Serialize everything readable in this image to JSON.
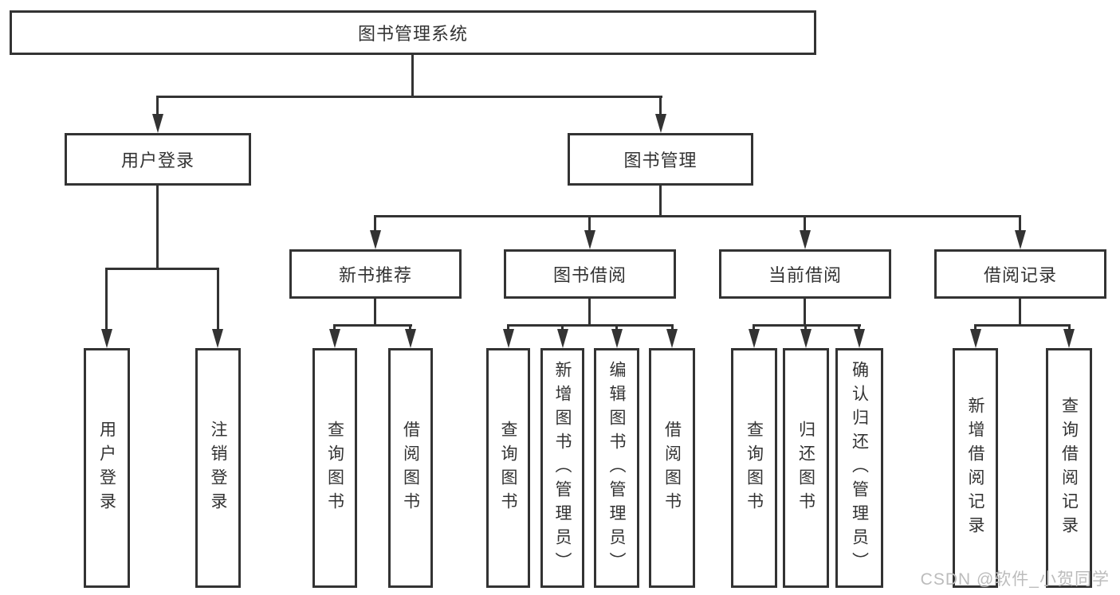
{
  "colors": {
    "line": "#333333",
    "text": "#333333",
    "background": "#ffffff",
    "watermark": "#bcbcbc"
  },
  "watermark": {
    "text": "CSDN @软件_小贺同学"
  },
  "diagram": {
    "type": "tree",
    "root": {
      "label": "图书管理系统"
    },
    "branches": [
      {
        "label": "用户登录",
        "children": [
          {
            "label": "用户登录"
          },
          {
            "label": "注销登录"
          }
        ]
      },
      {
        "label": "图书管理",
        "children": [
          {
            "label": "新书推荐",
            "children": [
              {
                "label": "查询图书"
              },
              {
                "label": "借阅图书"
              }
            ]
          },
          {
            "label": "图书借阅",
            "children": [
              {
                "label": "查询图书"
              },
              {
                "label": "新增图书（管理员）"
              },
              {
                "label": "编辑图书（管理员）"
              },
              {
                "label": "借阅图书"
              }
            ]
          },
          {
            "label": "当前借阅",
            "children": [
              {
                "label": "查询图书"
              },
              {
                "label": "归还图书"
              },
              {
                "label": "确认归还（管理员）"
              }
            ]
          },
          {
            "label": "借阅记录",
            "children": [
              {
                "label": "新增借阅记录"
              },
              {
                "label": "查询借阅记录"
              }
            ]
          }
        ]
      }
    ]
  }
}
